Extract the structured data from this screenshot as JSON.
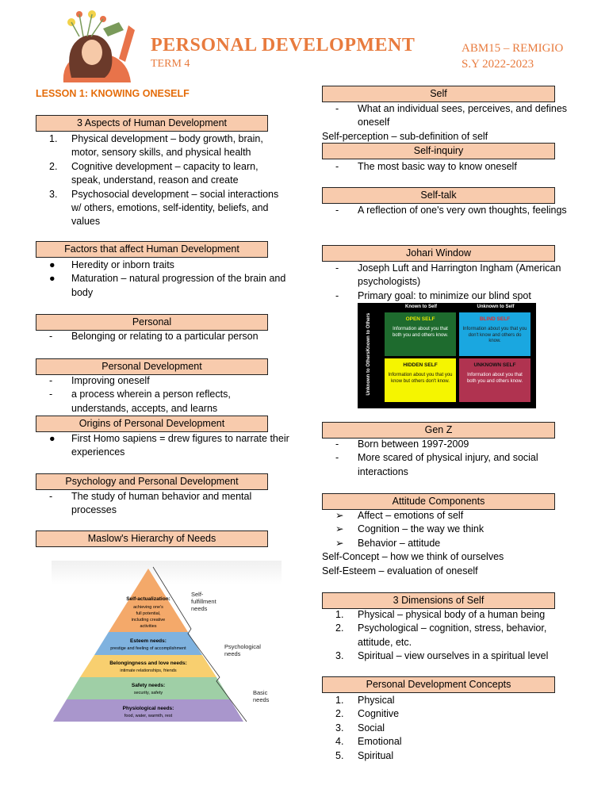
{
  "header": {
    "title": "PERSONAL DEVELOPMENT",
    "term": "TERM 4",
    "class": "ABM15 – REMIGIO",
    "school_year": "S.Y 2022-2023"
  },
  "lesson": "LESSON 1: KNOWING ONESELF",
  "left": {
    "aspects": {
      "heading": "3 Aspects of Human Development",
      "items": [
        "Physical development – body growth, brain, motor, sensory skills, and physical health",
        "Cognitive development – capacity to learn, speak, understand, reason and create",
        "Psychosocial development – social interactions w/ others, emotions, self-identity, beliefs, and values"
      ]
    },
    "factors": {
      "heading": "Factors that affect Human Development",
      "items": [
        "Heredity or inborn traits",
        "Maturation – natural progression of the brain and body"
      ]
    },
    "personal": {
      "heading": "Personal",
      "items": [
        "Belonging or relating to a particular person"
      ]
    },
    "personal_dev": {
      "heading": "Personal Development",
      "items": [
        "Improving oneself",
        "a process wherein a person reflects, understands, accepts, and learns"
      ]
    },
    "origins": {
      "heading": "Origins of Personal Development",
      "items": [
        "First Homo sapiens = drew figures to narrate their experiences"
      ]
    },
    "psychology": {
      "heading": "Psychology and Personal Development",
      "items": [
        "The study of human behavior and mental processes"
      ]
    },
    "maslow": {
      "heading": "Maslow's Hierarchy of Needs",
      "levels": [
        {
          "title": "Self-actualization:",
          "desc": "achieving one's full potential, including creative activities",
          "color": "#f4a96a"
        },
        {
          "title": "Esteem needs:",
          "desc": "prestige and feeling of accomplishment",
          "color": "#7fb2df"
        },
        {
          "title": "Belongingness and love needs:",
          "desc": "intimate relationships, friends",
          "color": "#f8cf6f"
        },
        {
          "title": "Safety needs:",
          "desc": "security, safety",
          "color": "#9fcfa6"
        },
        {
          "title": "Physiological needs:",
          "desc": "food, water, warmth, rest",
          "color": "#a996cc"
        }
      ],
      "groups": [
        "Self-fulfillment needs",
        "Psychological needs",
        "Basic needs"
      ]
    }
  },
  "right": {
    "self": {
      "heading": "Self",
      "items": [
        "What an individual sees, perceives, and defines oneself"
      ],
      "note": "Self-perception – sub-definition of self"
    },
    "inquiry": {
      "heading": "Self-inquiry",
      "items": [
        "The most basic way to know oneself"
      ]
    },
    "talk": {
      "heading": "Self-talk",
      "items": [
        "A reflection of one's very own thoughts, feelings"
      ]
    },
    "johari": {
      "heading": "Johari Window",
      "items": [
        "Joseph Luft and Harrington Ingham (American psychologists)",
        "Primary goal: to minimize our blind spot"
      ],
      "cols": [
        "Known to Self",
        "Unknown to Self"
      ],
      "rows": [
        "Known to Others",
        "Unknown to Others"
      ],
      "cells": [
        {
          "title": "OPEN SELF",
          "desc": "Information about you that both you and others know.",
          "bg": "#1e6b2e",
          "tc": "#e6e600",
          "dc": "#fff"
        },
        {
          "title": "BLIND SELF",
          "desc": "Information about you that you don't know and others do know.",
          "bg": "#1aa7e0",
          "tc": "#e03030",
          "dc": "#222"
        },
        {
          "title": "HIDDEN SELF",
          "desc": "Information about you that you know but others don't know.",
          "bg": "#f5f500",
          "tc": "#111",
          "dc": "#111"
        },
        {
          "title": "UNKNOWN SELF",
          "desc": "Information about you that both you and others know.",
          "bg": "#b03350",
          "tc": "#111",
          "dc": "#fff"
        }
      ]
    },
    "genz": {
      "heading": "Gen Z",
      "items": [
        "Born between 1997-2009",
        "More scared of physical injury, and social interactions"
      ]
    },
    "attitude": {
      "heading": "Attitude Components",
      "items": [
        "Affect – emotions of self",
        "Cognition – the way we think",
        "Behavior – attitude"
      ],
      "notes": [
        "Self-Concept – how we think of ourselves",
        "Self-Esteem – evaluation of oneself"
      ]
    },
    "dimensions": {
      "heading": "3 Dimensions of Self",
      "items": [
        "Physical – physical body of a human being",
        "Psychological – cognition, stress, behavior, attitude, etc.",
        "Spiritual – view ourselves in a spiritual level"
      ]
    },
    "concepts": {
      "heading": "Personal Development Concepts",
      "items": [
        "Physical",
        "Cognitive",
        "Social",
        "Emotional",
        "Spiritual"
      ]
    }
  }
}
